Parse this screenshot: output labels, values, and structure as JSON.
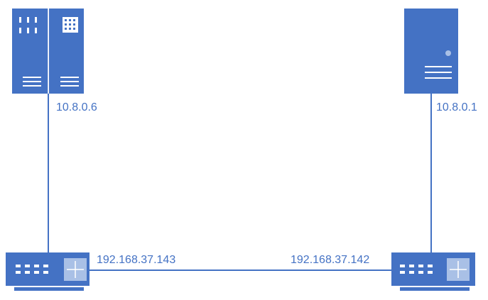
{
  "theme": {
    "accent": "#4472c4",
    "light_accent": "#a9c0e6",
    "background": "#ffffff"
  },
  "nodes": [
    {
      "id": "server-rack",
      "icon": "server-rack-icon",
      "ip": "10.8.0.6"
    },
    {
      "id": "tower-server",
      "icon": "tower-server-icon",
      "ip": "10.8.0.1"
    },
    {
      "id": "router-left",
      "icon": "router-icon",
      "ip": "192.168.37.143"
    },
    {
      "id": "router-right",
      "icon": "router-icon",
      "ip": "192.168.37.142"
    }
  ],
  "links": [
    {
      "from": "server-rack",
      "to": "router-left"
    },
    {
      "from": "tower-server",
      "to": "router-right"
    },
    {
      "from": "router-left",
      "to": "router-right"
    }
  ]
}
